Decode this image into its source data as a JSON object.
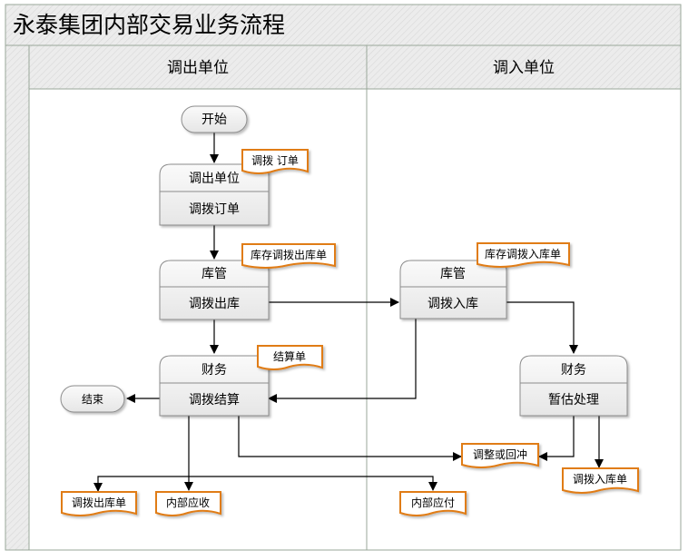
{
  "title": "永泰集团内部交易业务流程",
  "lanes": {
    "left": "调出单位",
    "right": "调入单位"
  },
  "nodes": {
    "start": "开始",
    "end": "结束",
    "dispatch_unit": {
      "role": "调出单位",
      "task": "调拨订单"
    },
    "warehouse_left": {
      "role": "库管",
      "task": "调拨出库"
    },
    "finance_left": {
      "role": "财务",
      "task": "调拨结算"
    },
    "warehouse_right": {
      "role": "库管",
      "task": "调拨入库"
    },
    "finance_right": {
      "role": "财务",
      "task": "暂估处理"
    }
  },
  "documents": {
    "transfer_order": "调拨 订单",
    "stock_out": "库存调拨出库单",
    "settlement": "结算单",
    "stock_in": "库存调拨入库单",
    "adjust": "调整或回冲",
    "transfer_in": "调拨入库单",
    "transfer_out": "调拨出库单",
    "internal_receivable": "内部应收",
    "internal_payable": "内部应付"
  },
  "colors": {
    "doc_border": "#e07b12",
    "frame": "#9aa79a",
    "node_border": "#8c8c8c"
  }
}
